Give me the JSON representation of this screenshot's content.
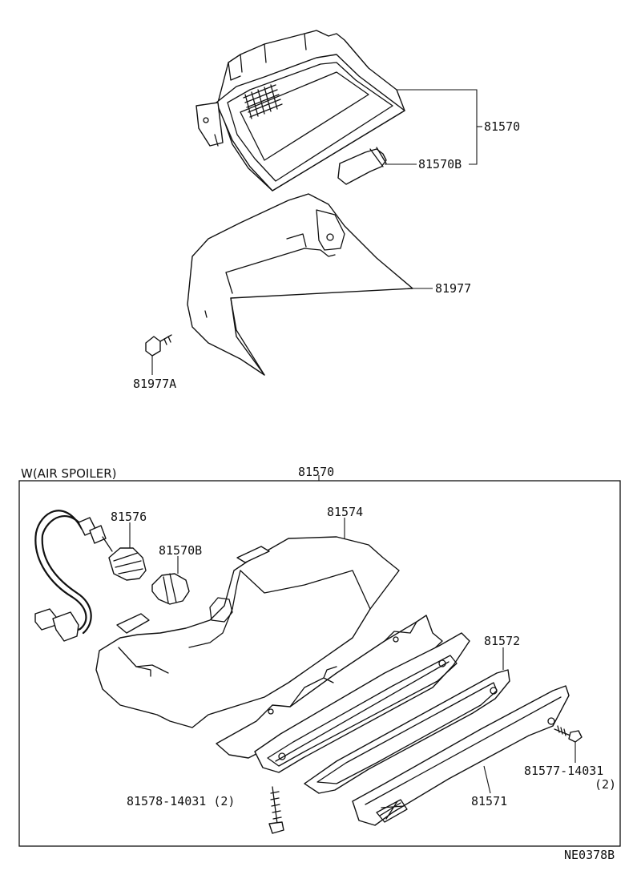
{
  "section": {
    "caption": "W(AIR SPOILER)"
  },
  "labels": {
    "top_assembly": "81570",
    "top_bulb": "81570B",
    "cover": "81977",
    "clip": "81977A",
    "lower_assembly": "81570",
    "socket": "81576",
    "lower_bulb": "81570B",
    "housing": "81574",
    "reflector": "81572",
    "lens": "81571",
    "screw_right": "81577-14031",
    "screw_right_qty": "(2)",
    "screw_left": "81578-14031 (2)"
  },
  "reference_code": "NE0378B"
}
